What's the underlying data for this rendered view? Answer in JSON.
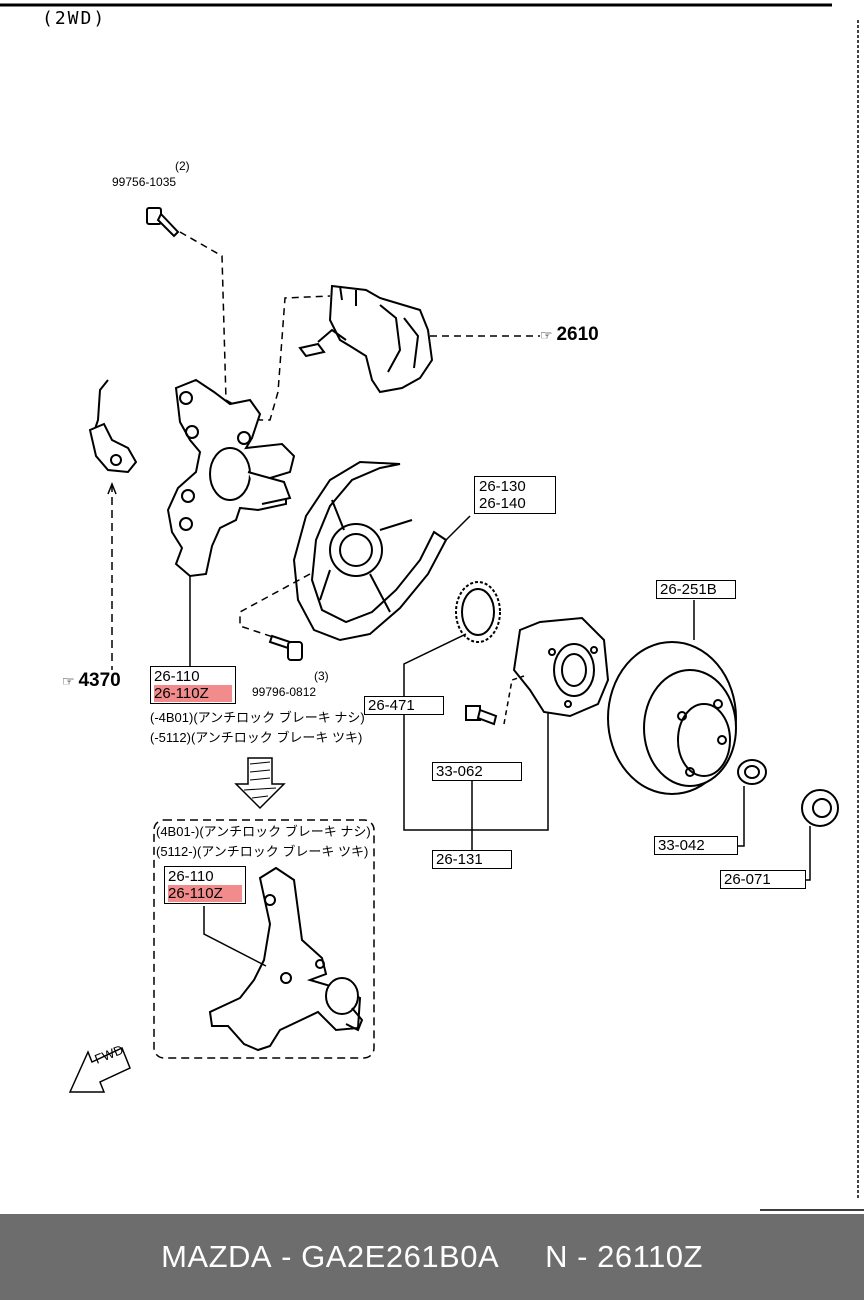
{
  "header": {
    "drive": "(2WD)"
  },
  "labels": {
    "bolt_qty": "(2)",
    "bolt_part": "99756-1035",
    "caliper_ref": "2610",
    "sensor_ref": "4370",
    "knuckle_part": "26-110",
    "knuckle_part_alt": "26-110Z",
    "knuckle_note_1": "(-4B01)(アンチロック ブレーキ ナシ)",
    "knuckle_note_2": "(-5112)(アンチロック ブレーキ ツキ)",
    "bolt2_qty": "(3)",
    "bolt2_part": "99796-0812",
    "dust_cover_1": "26-130",
    "dust_cover_2": "26-140",
    "sensor_rotor": "26-471",
    "hub_bolt": "33-062",
    "hub": "26-131",
    "disc": "26-251B",
    "wheel_nut": "33-042",
    "hub_nut": "26-071",
    "inset_note_1": "(4B01-)(アンチロック ブレーキ ナシ)",
    "inset_note_2": "(5112-)(アンチロック ブレーキ ツキ)",
    "inset_part": "26-110",
    "inset_part_alt": "26-110Z",
    "fwd": "FWD"
  },
  "footer": {
    "brand": "MAZDA",
    "model_code": "GA2E261B0A",
    "part_number": "N - 26110Z",
    "separator": " - "
  },
  "colors": {
    "highlight": "#f28b8b",
    "footer_bg": "#6d6d6d"
  }
}
